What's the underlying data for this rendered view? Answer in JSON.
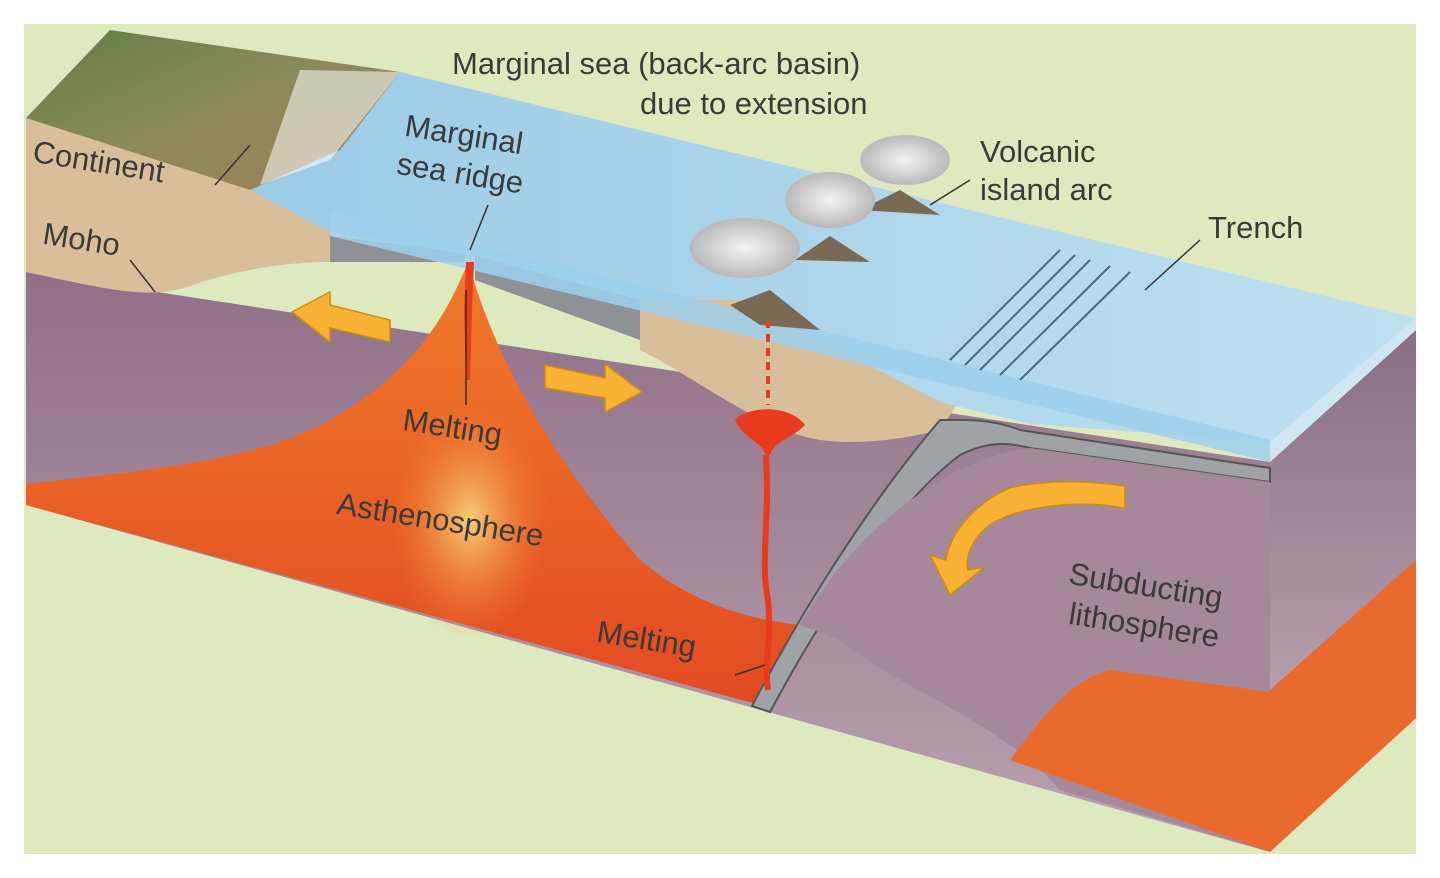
{
  "labels": {
    "continent": "Continent",
    "moho": "Moho",
    "marginal_sea_ridge_line1": "Marginal",
    "marginal_sea_ridge_line2": "sea ridge",
    "marginal_sea_line1": "Marginal sea (back-arc basin)",
    "marginal_sea_line2": "due to extension",
    "volcanic_line1": "Volcanic",
    "volcanic_line2": "island arc",
    "trench": "Trench",
    "melting_upper": "Melting",
    "asthenosphere": "Asthenosphere",
    "melting_lower": "Melting",
    "subducting_line1": "Subducting",
    "subducting_line2": "lithosphere"
  },
  "colors": {
    "background": "#dfe9c0",
    "mantle": "#9d7f96",
    "crust": "#d9bf99",
    "ocean": "#a9d3ea",
    "asthenosphere": "#e8622c",
    "magma": "#e83a1c",
    "arrow": "#f9b233",
    "slab": "#9fa3a8",
    "land": "#6f8a55"
  }
}
